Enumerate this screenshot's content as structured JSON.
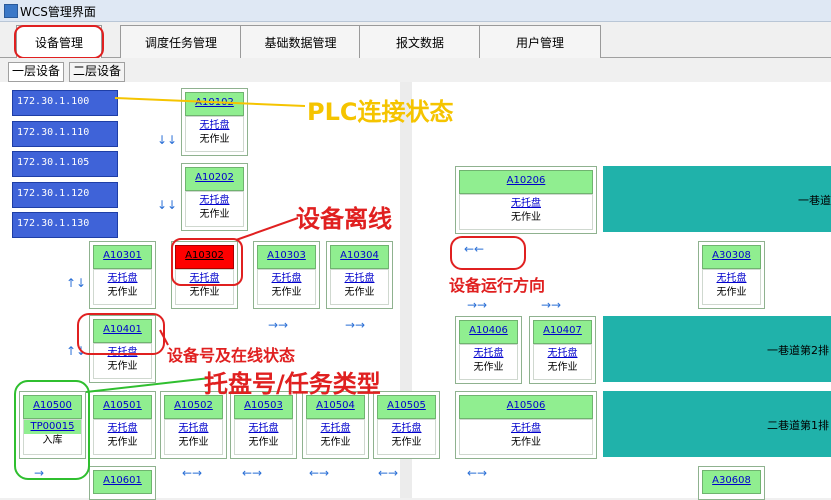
{
  "window": {
    "title": "WCS管理界面"
  },
  "main_tabs": [
    "设备管理",
    "调度任务管理",
    "基础数据管理",
    "报文数据",
    "用户管理"
  ],
  "sub_tabs": [
    "一层设备",
    "二层设备"
  ],
  "plc": [
    "172.30.1.100",
    "172.30.1.110",
    "172.30.1.105",
    "172.30.1.120",
    "172.30.1.130"
  ],
  "devices": {
    "A10102": {
      "id": "A10102",
      "tray": "无托盘",
      "task": "无作业"
    },
    "A10202": {
      "id": "A10202",
      "tray": "无托盘",
      "task": "无作业"
    },
    "A10301": {
      "id": "A10301",
      "tray": "无托盘",
      "task": "无作业"
    },
    "A10302": {
      "id": "A10302",
      "tray": "无托盘",
      "task": "无作业"
    },
    "A10303": {
      "id": "A10303",
      "tray": "无托盘",
      "task": "无作业"
    },
    "A10304": {
      "id": "A10304",
      "tray": "无托盘",
      "task": "无作业"
    },
    "A10401": {
      "id": "A10401",
      "tray": "无托盘",
      "task": "无作业"
    },
    "A10500": {
      "id": "A10500",
      "tray": "TP00015",
      "task": "入库"
    },
    "A10501": {
      "id": "A10501",
      "tray": "无托盘",
      "task": "无作业"
    },
    "A10502": {
      "id": "A10502",
      "tray": "无托盘",
      "task": "无作业"
    },
    "A10503": {
      "id": "A10503",
      "tray": "无托盘",
      "task": "无作业"
    },
    "A10504": {
      "id": "A10504",
      "tray": "无托盘",
      "task": "无作业"
    },
    "A10505": {
      "id": "A10505",
      "tray": "无托盘",
      "task": "无作业"
    },
    "A10601": {
      "id": "A10601"
    },
    "A10206": {
      "id": "A10206",
      "tray": "无托盘",
      "task": "无作业"
    },
    "A30308": {
      "id": "A30308",
      "tray": "无托盘",
      "task": "无作业"
    },
    "A10406": {
      "id": "A10406",
      "tray": "无托盘",
      "task": "无作业"
    },
    "A10407": {
      "id": "A10407",
      "tray": "无托盘",
      "task": "无作业"
    },
    "A10506": {
      "id": "A10506",
      "tray": "无托盘",
      "task": "无作业"
    },
    "A30608": {
      "id": "A30608"
    }
  },
  "lanes": {
    "lane1": "一巷道",
    "lane1_row2": "一巷道第2排",
    "lane2_row1": "二巷道第1排"
  },
  "annotations": {
    "plc_status": "PLC连接状态",
    "device_offline": "设备离线",
    "run_direction": "设备运行方向",
    "device_online": "设备号及在线状态",
    "tray_task": "托盘号/任务类型"
  },
  "colors": {
    "online": "#90ee90",
    "offline": "#ff0000",
    "plc": "#3f63d8",
    "lane": "#20b2aa",
    "annotation_red": "#e02020",
    "annotation_yellow": "#f5c400"
  }
}
